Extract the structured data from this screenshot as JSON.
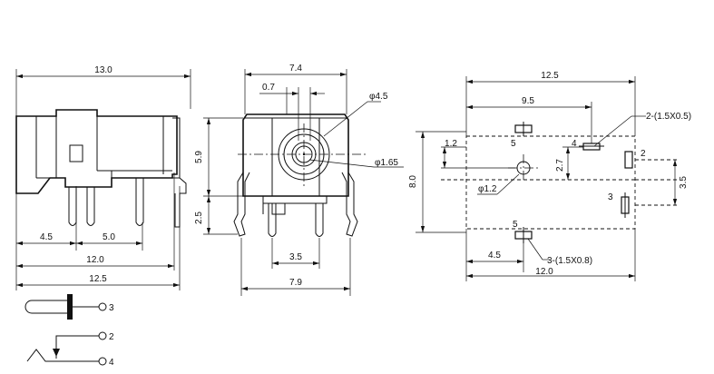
{
  "side_view": {
    "dim_13_0": "13.0",
    "dim_4_5": "4.5",
    "dim_5_0": "5.0",
    "dim_12_0": "12.0",
    "dim_12_5": "12.5"
  },
  "front_view": {
    "dim_7_4": "7.4",
    "dim_0_7": "0.7",
    "dim_phi_4_5": "φ4.5",
    "dim_phi_1_65": "φ1.65",
    "dim_5_9": "5.9",
    "dim_2_5": "2.5",
    "dim_3_5": "3.5",
    "dim_7_9": "7.9"
  },
  "footprint_view": {
    "dim_12_5": "12.5",
    "dim_9_5": "9.5",
    "dim_1_2_top": "1.2",
    "dim_8_0": "8.0",
    "dim_2_7": "2.7",
    "dim_3_5": "3.5",
    "dim_phi_1_2": "φ1.2",
    "dim_4_5": "4.5",
    "dim_12_0": "12.0",
    "note_2_slot": "2-(1.5X0.5)",
    "note_3_slot": "3-(1.5X0.8)",
    "pin_5_top": "5",
    "pin_4": "4",
    "pin_2": "2",
    "pin_3": "3",
    "pin_5_bottom": "5"
  },
  "schematic": {
    "pin_3": "3",
    "pin_2": "2",
    "pin_4": "4"
  }
}
